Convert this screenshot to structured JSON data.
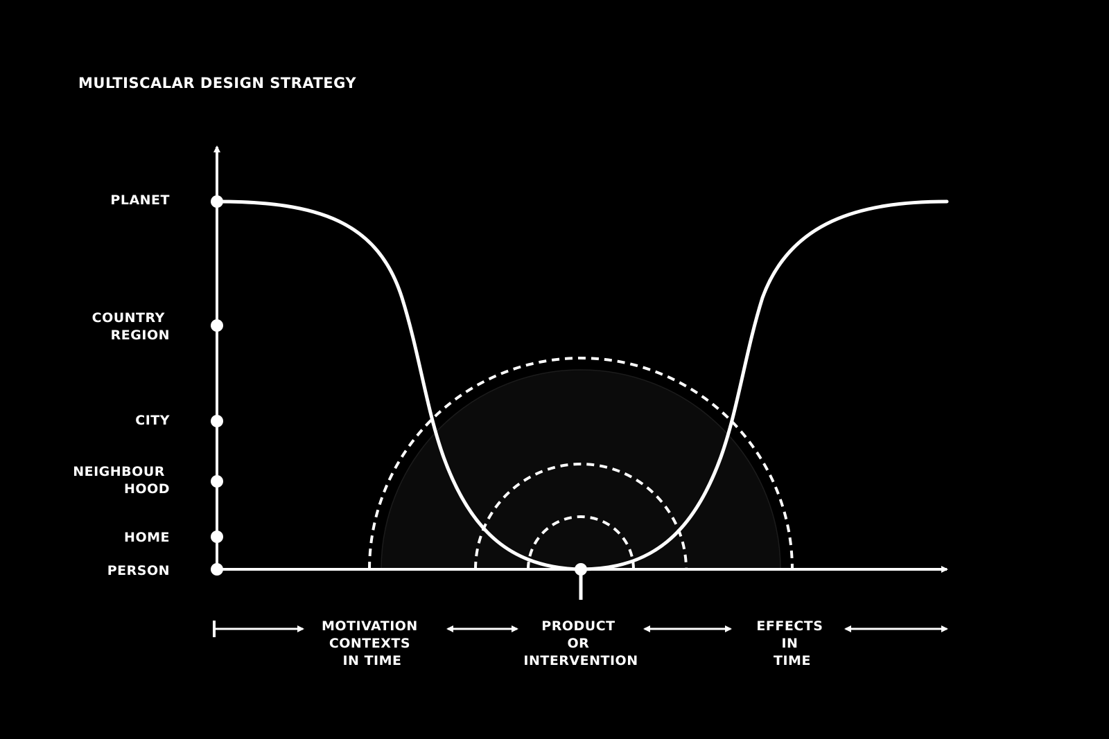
{
  "title": "MULTISCALAR DESIGN STRATEGY",
  "colors": {
    "background": "#000000",
    "foreground": "#ffffff",
    "half_disc_fill": "#0b0b0b",
    "half_disc_edge": "#1c1c1c"
  },
  "scale_levels": [
    {
      "id": "planet",
      "lines": [
        "PLANET"
      ]
    },
    {
      "id": "country-region",
      "lines": [
        "COUNTRY",
        "REGION"
      ]
    },
    {
      "id": "city",
      "lines": [
        "CITY"
      ]
    },
    {
      "id": "neighbourhood",
      "lines": [
        "NEIGHBOUR",
        "HOOD"
      ]
    },
    {
      "id": "home",
      "lines": [
        "HOME"
      ]
    },
    {
      "id": "person",
      "lines": [
        "PERSON"
      ]
    }
  ],
  "phases": [
    {
      "id": "motivation",
      "lines": [
        "MOTIVATION",
        "CONTEXTS",
        "IN TIME"
      ]
    },
    {
      "id": "product",
      "lines": [
        "PRODUCT",
        "OR",
        "INTERVENTION"
      ]
    },
    {
      "id": "effects",
      "lines": [
        "EFFECTS",
        "IN",
        "TIME"
      ]
    }
  ]
}
